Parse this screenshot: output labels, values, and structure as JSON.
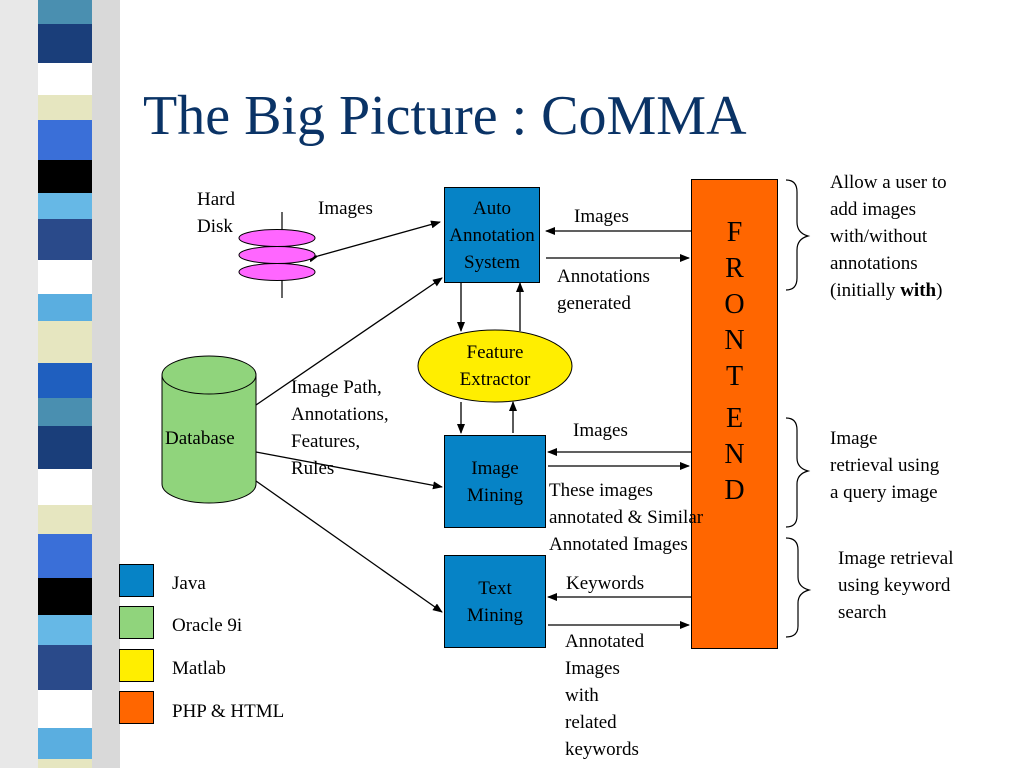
{
  "title": "The Big Picture : CoMMA",
  "colors": {
    "java": "#0683c6",
    "oracle": "#90d47c",
    "matlab": "#ffee00",
    "php": "#ff6600",
    "title": "#0a3366"
  },
  "nodes": {
    "hard_disk_label_1": "Hard",
    "hard_disk_label_2": "Disk",
    "database": "Database",
    "auto_annotation": [
      "Auto",
      "Annotation",
      "System"
    ],
    "feature_extractor": [
      "Feature",
      "Extractor"
    ],
    "image_mining": [
      "Image",
      "Mining"
    ],
    "text_mining": [
      "Text",
      "Mining"
    ],
    "front_end_letters": [
      "F",
      "R",
      "O",
      "N",
      "T",
      "",
      "E",
      "N",
      "D"
    ]
  },
  "edge_labels": {
    "images_disk": "Images",
    "images_auto": "Images",
    "annotations_generated": [
      "Annotations",
      "generated"
    ],
    "db_info": [
      "Image Path,",
      "Annotations,",
      "Features,",
      "Rules"
    ],
    "images_mining": "Images",
    "these_images": [
      "These images",
      "annotated & Similar",
      "Annotated Images"
    ],
    "keywords": "Keywords",
    "annotated_images": [
      "Annotated",
      "Images",
      "with",
      "related",
      "keywords"
    ]
  },
  "notes": {
    "note1_lines": [
      "Allow a user to",
      "add images",
      "with/without",
      "annotations"
    ],
    "note1_last_prefix": "(initially ",
    "note1_last_bold": "with",
    "note1_last_suffix": ")",
    "note2": [
      "Image",
      "retrieval using",
      "a query image"
    ],
    "note3": [
      "Image retrieval",
      "using keyword",
      "search"
    ]
  },
  "legend": [
    {
      "label": "Java",
      "color": "#0683c6"
    },
    {
      "label": "Oracle 9i",
      "color": "#90d47c"
    },
    {
      "label": "Matlab",
      "color": "#ffee00"
    },
    {
      "label": "PHP & HTML",
      "color": "#ff6600"
    }
  ]
}
